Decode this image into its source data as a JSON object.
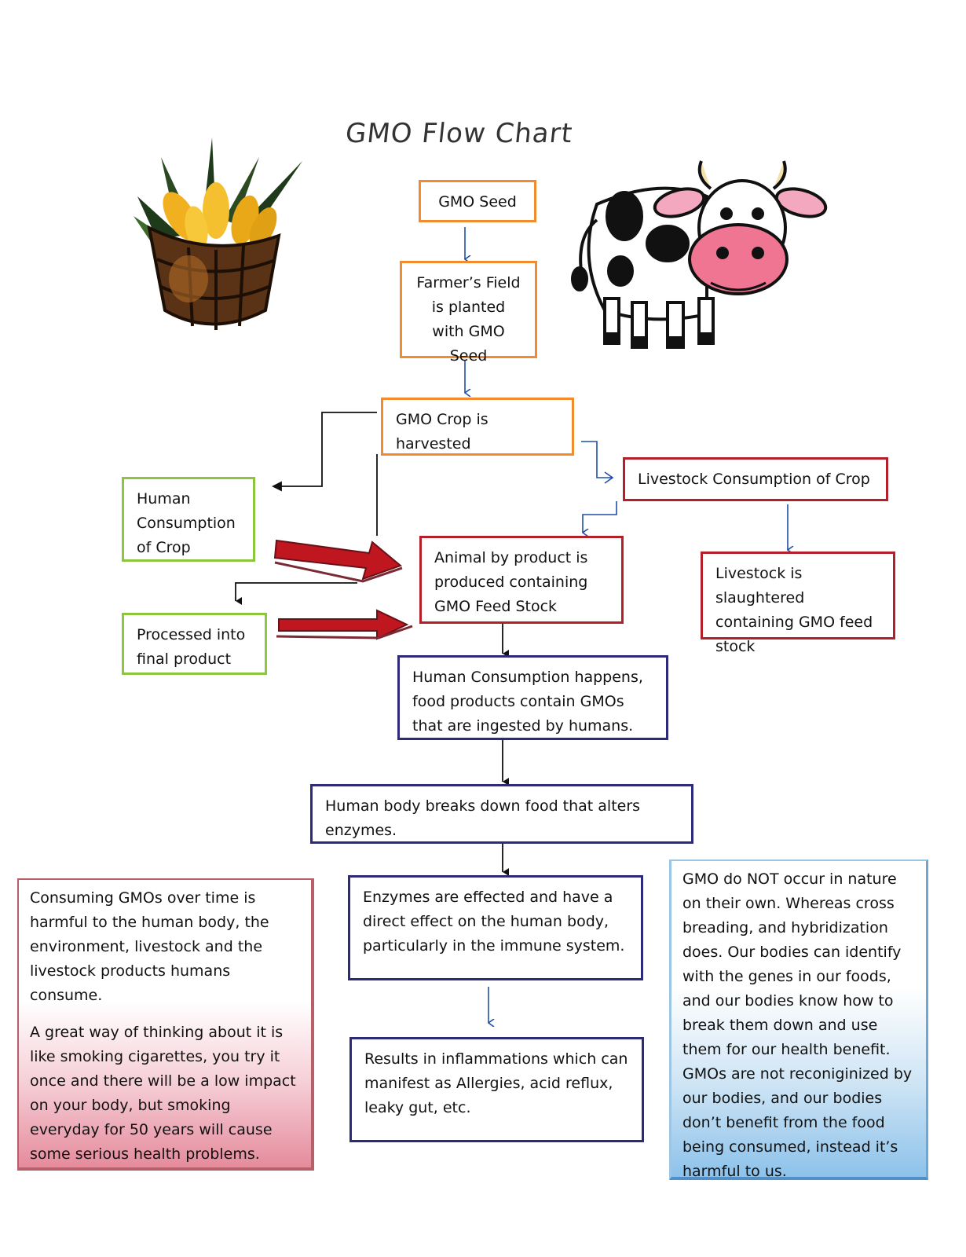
{
  "title": "GMO Flow Chart",
  "nodes": {
    "seed": "GMO Seed",
    "field": "Farmer’s Field is planted with GMO Seed",
    "harvest": "GMO Crop is harvested",
    "livestock_consumption": "Livestock Consumption of Crop",
    "human_consumption_crop": "Human Consumption of Crop",
    "animal_byproduct": "Animal by product is produced containing GMO Feed Stock",
    "livestock_slaughtered": "Livestock is slaughtered containing GMO feed stock",
    "processed": "Processed into final product",
    "human_consumption_happens": "Human Consumption happens, food products contain GMOs that are ingested by humans.",
    "body_breaks_down": "Human body breaks down food that alters enzymes.",
    "enzymes": "Enzymes are effected and have a direct effect on the human body, particularly in the immune system.",
    "results": "Results in inflammations which can manifest as Allergies, acid reflux, leaky gut, etc."
  },
  "notes": {
    "left_p1": "Consuming GMOs over time is harmful to the human body, the environment, livestock and the livestock products humans consume.",
    "left_p2": "A great way of thinking about it is like smoking cigarettes, you try it once and there will be a low impact on your body, but smoking everyday for 50 years will cause some serious health problems.",
    "right": "GMO do NOT occur in nature on their own. Whereas cross breading, and hybridization does. Our bodies can identify with the genes in our foods, and our bodies know how to break them down and use them for our health benefit. GMOs are not reconiginized by our bodies, and our bodies don’t benefit from the food being consumed, instead it’s harmful to us."
  },
  "illustrations": [
    "corn-basket-illustration",
    "cow-illustration"
  ],
  "colors": {
    "orange": "#f28a2e",
    "red": "#b3202a",
    "green": "#8cc63f",
    "navy": "#2e2a7a",
    "blue_arrow": "#1f4fa8",
    "big_arrow": "#c0161f"
  }
}
